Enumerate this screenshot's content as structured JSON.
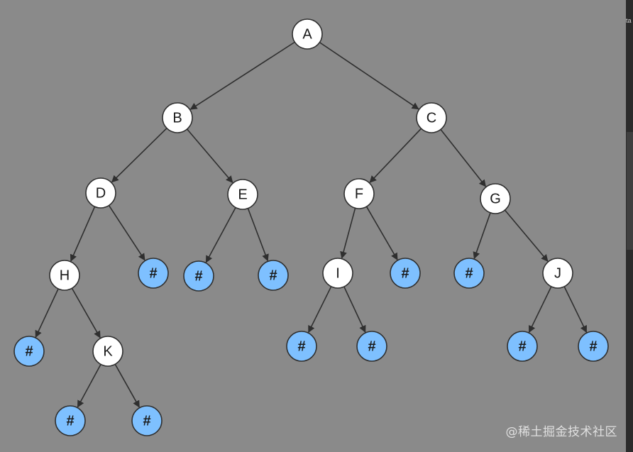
{
  "diagram": {
    "nodes": [
      {
        "id": "A",
        "label": "A",
        "kind": "node"
      },
      {
        "id": "B",
        "label": "B",
        "kind": "node"
      },
      {
        "id": "C",
        "label": "C",
        "kind": "node"
      },
      {
        "id": "D",
        "label": "D",
        "kind": "node"
      },
      {
        "id": "E",
        "label": "E",
        "kind": "node"
      },
      {
        "id": "F",
        "label": "F",
        "kind": "node"
      },
      {
        "id": "G",
        "label": "G",
        "kind": "node"
      },
      {
        "id": "H",
        "label": "H",
        "kind": "node"
      },
      {
        "id": "I",
        "label": "I",
        "kind": "node"
      },
      {
        "id": "J",
        "label": "J",
        "kind": "node"
      },
      {
        "id": "K",
        "label": "K",
        "kind": "node"
      },
      {
        "id": "D_r",
        "label": "#",
        "kind": "null"
      },
      {
        "id": "E_l",
        "label": "#",
        "kind": "null"
      },
      {
        "id": "E_r",
        "label": "#",
        "kind": "null"
      },
      {
        "id": "F_r",
        "label": "#",
        "kind": "null"
      },
      {
        "id": "G_l",
        "label": "#",
        "kind": "null"
      },
      {
        "id": "H_l",
        "label": "#",
        "kind": "null"
      },
      {
        "id": "I_l",
        "label": "#",
        "kind": "null"
      },
      {
        "id": "I_r",
        "label": "#",
        "kind": "null"
      },
      {
        "id": "J_l",
        "label": "#",
        "kind": "null"
      },
      {
        "id": "J_r",
        "label": "#",
        "kind": "null"
      },
      {
        "id": "K_l",
        "label": "#",
        "kind": "null"
      },
      {
        "id": "K_r",
        "label": "#",
        "kind": "null"
      }
    ],
    "edges": [
      [
        "A",
        "B"
      ],
      [
        "A",
        "C"
      ],
      [
        "B",
        "D"
      ],
      [
        "B",
        "E"
      ],
      [
        "C",
        "F"
      ],
      [
        "C",
        "G"
      ],
      [
        "D",
        "H"
      ],
      [
        "D",
        "D_r"
      ],
      [
        "E",
        "E_l"
      ],
      [
        "E",
        "E_r"
      ],
      [
        "F",
        "I"
      ],
      [
        "F",
        "F_r"
      ],
      [
        "G",
        "G_l"
      ],
      [
        "G",
        "J"
      ],
      [
        "H",
        "H_l"
      ],
      [
        "H",
        "K"
      ],
      [
        "I",
        "I_l"
      ],
      [
        "I",
        "I_r"
      ],
      [
        "J",
        "J_l"
      ],
      [
        "J",
        "J_r"
      ],
      [
        "K",
        "K_l"
      ],
      [
        "K",
        "K_r"
      ]
    ]
  },
  "colors": {
    "background": "#8a8a8a",
    "node_fill": "#ffffff",
    "null_fill": "#7ec0ff",
    "stroke": "#2f2f2f"
  },
  "watermark": "@稀土掘金技术社区",
  "side_panel": {
    "tab_text": "ta"
  }
}
